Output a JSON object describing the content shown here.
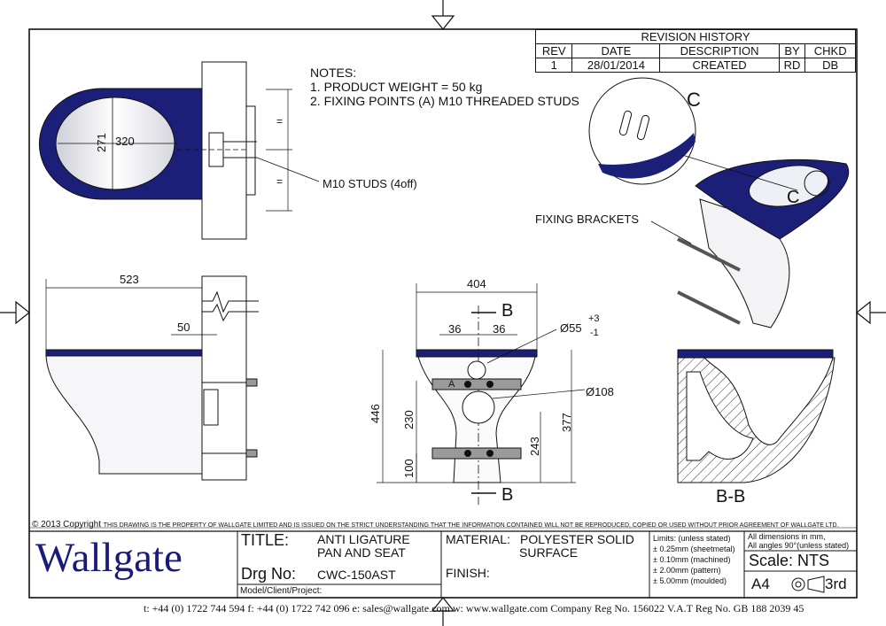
{
  "revision_history": {
    "title": "REVISION HISTORY",
    "headers": [
      "REV",
      "DATE",
      "DESCRIPTION",
      "BY",
      "CHKD"
    ],
    "rows": [
      [
        "1",
        "28/01/2014",
        "CREATED",
        "RD",
        "DB"
      ]
    ]
  },
  "notes": {
    "title": "NOTES:",
    "items": [
      "1. PRODUCT WEIGHT = 50 kg",
      "2. FIXING POINTS (A) M10 THREADED STUDS"
    ]
  },
  "callouts": {
    "studs": "M10 STUDS (4off)",
    "fixing_brackets": "FIXING BRACKETS",
    "detail_c": "C",
    "detail_c_small": "C",
    "section_b_top": "B",
    "section_b_bottom": "B",
    "section_view": "B-B"
  },
  "dimensions": {
    "d320": "320",
    "d271": "271",
    "eq1": "=",
    "eq2": "=",
    "d523": "523",
    "d50": "50",
    "d404": "404",
    "d36a": "36",
    "d36b": "36",
    "d55": "Ø55",
    "d55_tol_plus": "+3",
    "d55_tol_minus": "-1",
    "d108": "Ø108",
    "d446": "446",
    "d230": "230",
    "d100": "100",
    "d243": "243",
    "d377": "377",
    "fix_a": "A"
  },
  "copyright": {
    "lead": "© 2013 Copyright",
    "text": "THIS DRAWING IS THE PROPERTY OF WALLGATE LIMITED AND IS ISSUED ON THE STRICT UNDERSTANDING THAT THE INFORMATION CONTAINED WILL NOT BE REPRODUCED, COPIED OR USED WITHOUT PRIOR AGREEMENT OF WALLGATE LTD."
  },
  "title_block": {
    "logo": "Wallgate",
    "title_label": "TITLE:",
    "title_line1": "ANTI LIGATURE",
    "title_line2": "PAN AND SEAT",
    "drg_label": "Drg No:",
    "drg_value": "CWC-150AST",
    "model_label": "Model/Client/Project:",
    "material_label": "MATERIAL:",
    "material_line1": "POLYESTER SOLID",
    "material_line2": "SURFACE",
    "finish_label": "FINISH:",
    "limits_title": "Limits: (unless stated)",
    "limits": [
      "± 0.25mm (sheetmetal)",
      "± 0.10mm (machined)",
      "± 2.00mm (pattern)",
      "± 5.00mm (moulded)"
    ],
    "dims_note1": "All dimensions in mm,",
    "dims_note2": "All angles 90°(unless stated)",
    "scale": "Scale: NTS",
    "sheet": "A4",
    "projection": "3rd"
  },
  "footer": "t: +44 (0) 1722 744 594  f: +44 (0) 1722 742 096  e: sales@wallgate.com  w: www.wallgate.com  Company Reg No. 156022  V.A.T Reg No. GB 188 2039 45",
  "colors": {
    "seat": "#1c1f78",
    "line": "#111111"
  }
}
